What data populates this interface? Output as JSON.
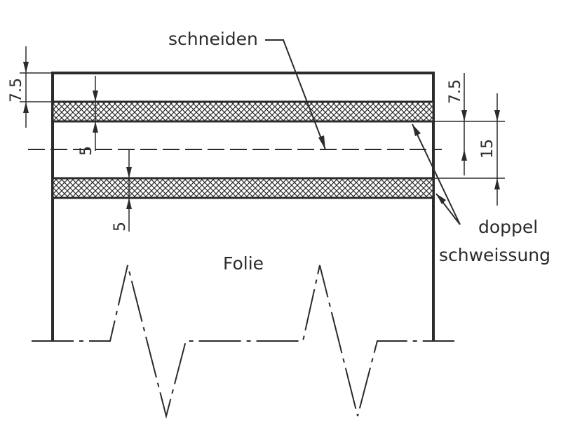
{
  "labels": {
    "cut": "schneiden",
    "weld_line1": "doppel",
    "weld_line2": "schweissung",
    "material": "Folie"
  },
  "dimensions": {
    "top_margin": "7.5",
    "right_margin": "7.5",
    "band_spacing": "15",
    "upper_band_width": "5",
    "lower_band_width": "5"
  },
  "colors": {
    "line": "#2b2b2b",
    "hatch": "#2b2b2b",
    "background": "#ffffff"
  }
}
